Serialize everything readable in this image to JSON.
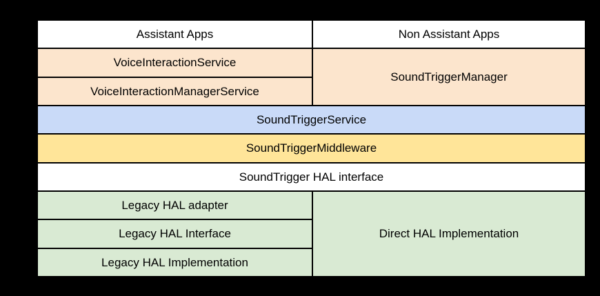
{
  "colors": {
    "background": "#000000",
    "border": "#000000",
    "text": "#000000",
    "white": "#ffffff",
    "peach": "#fce5cd",
    "blue": "#c9daf8",
    "yellow": "#ffe599",
    "green": "#d9ead3"
  },
  "diagram": {
    "cells": {
      "assistant_apps": "Assistant Apps",
      "non_assistant_apps": "Non Assistant Apps",
      "voice_interaction_service": "VoiceInteractionService",
      "voice_interaction_manager_service": "VoiceInteractionManagerService",
      "sound_trigger_manager": "SoundTriggerManager",
      "sound_trigger_service": "SoundTriggerService",
      "sound_trigger_middleware": "SoundTriggerMiddleware",
      "sound_trigger_hal_interface": "SoundTrigger HAL interface",
      "legacy_hal_adapter": "Legacy HAL adapter",
      "legacy_hal_interface": "Legacy HAL Interface",
      "legacy_hal_implementation": "Legacy HAL Implementation",
      "direct_hal_implementation": "Direct HAL Implementation"
    }
  }
}
